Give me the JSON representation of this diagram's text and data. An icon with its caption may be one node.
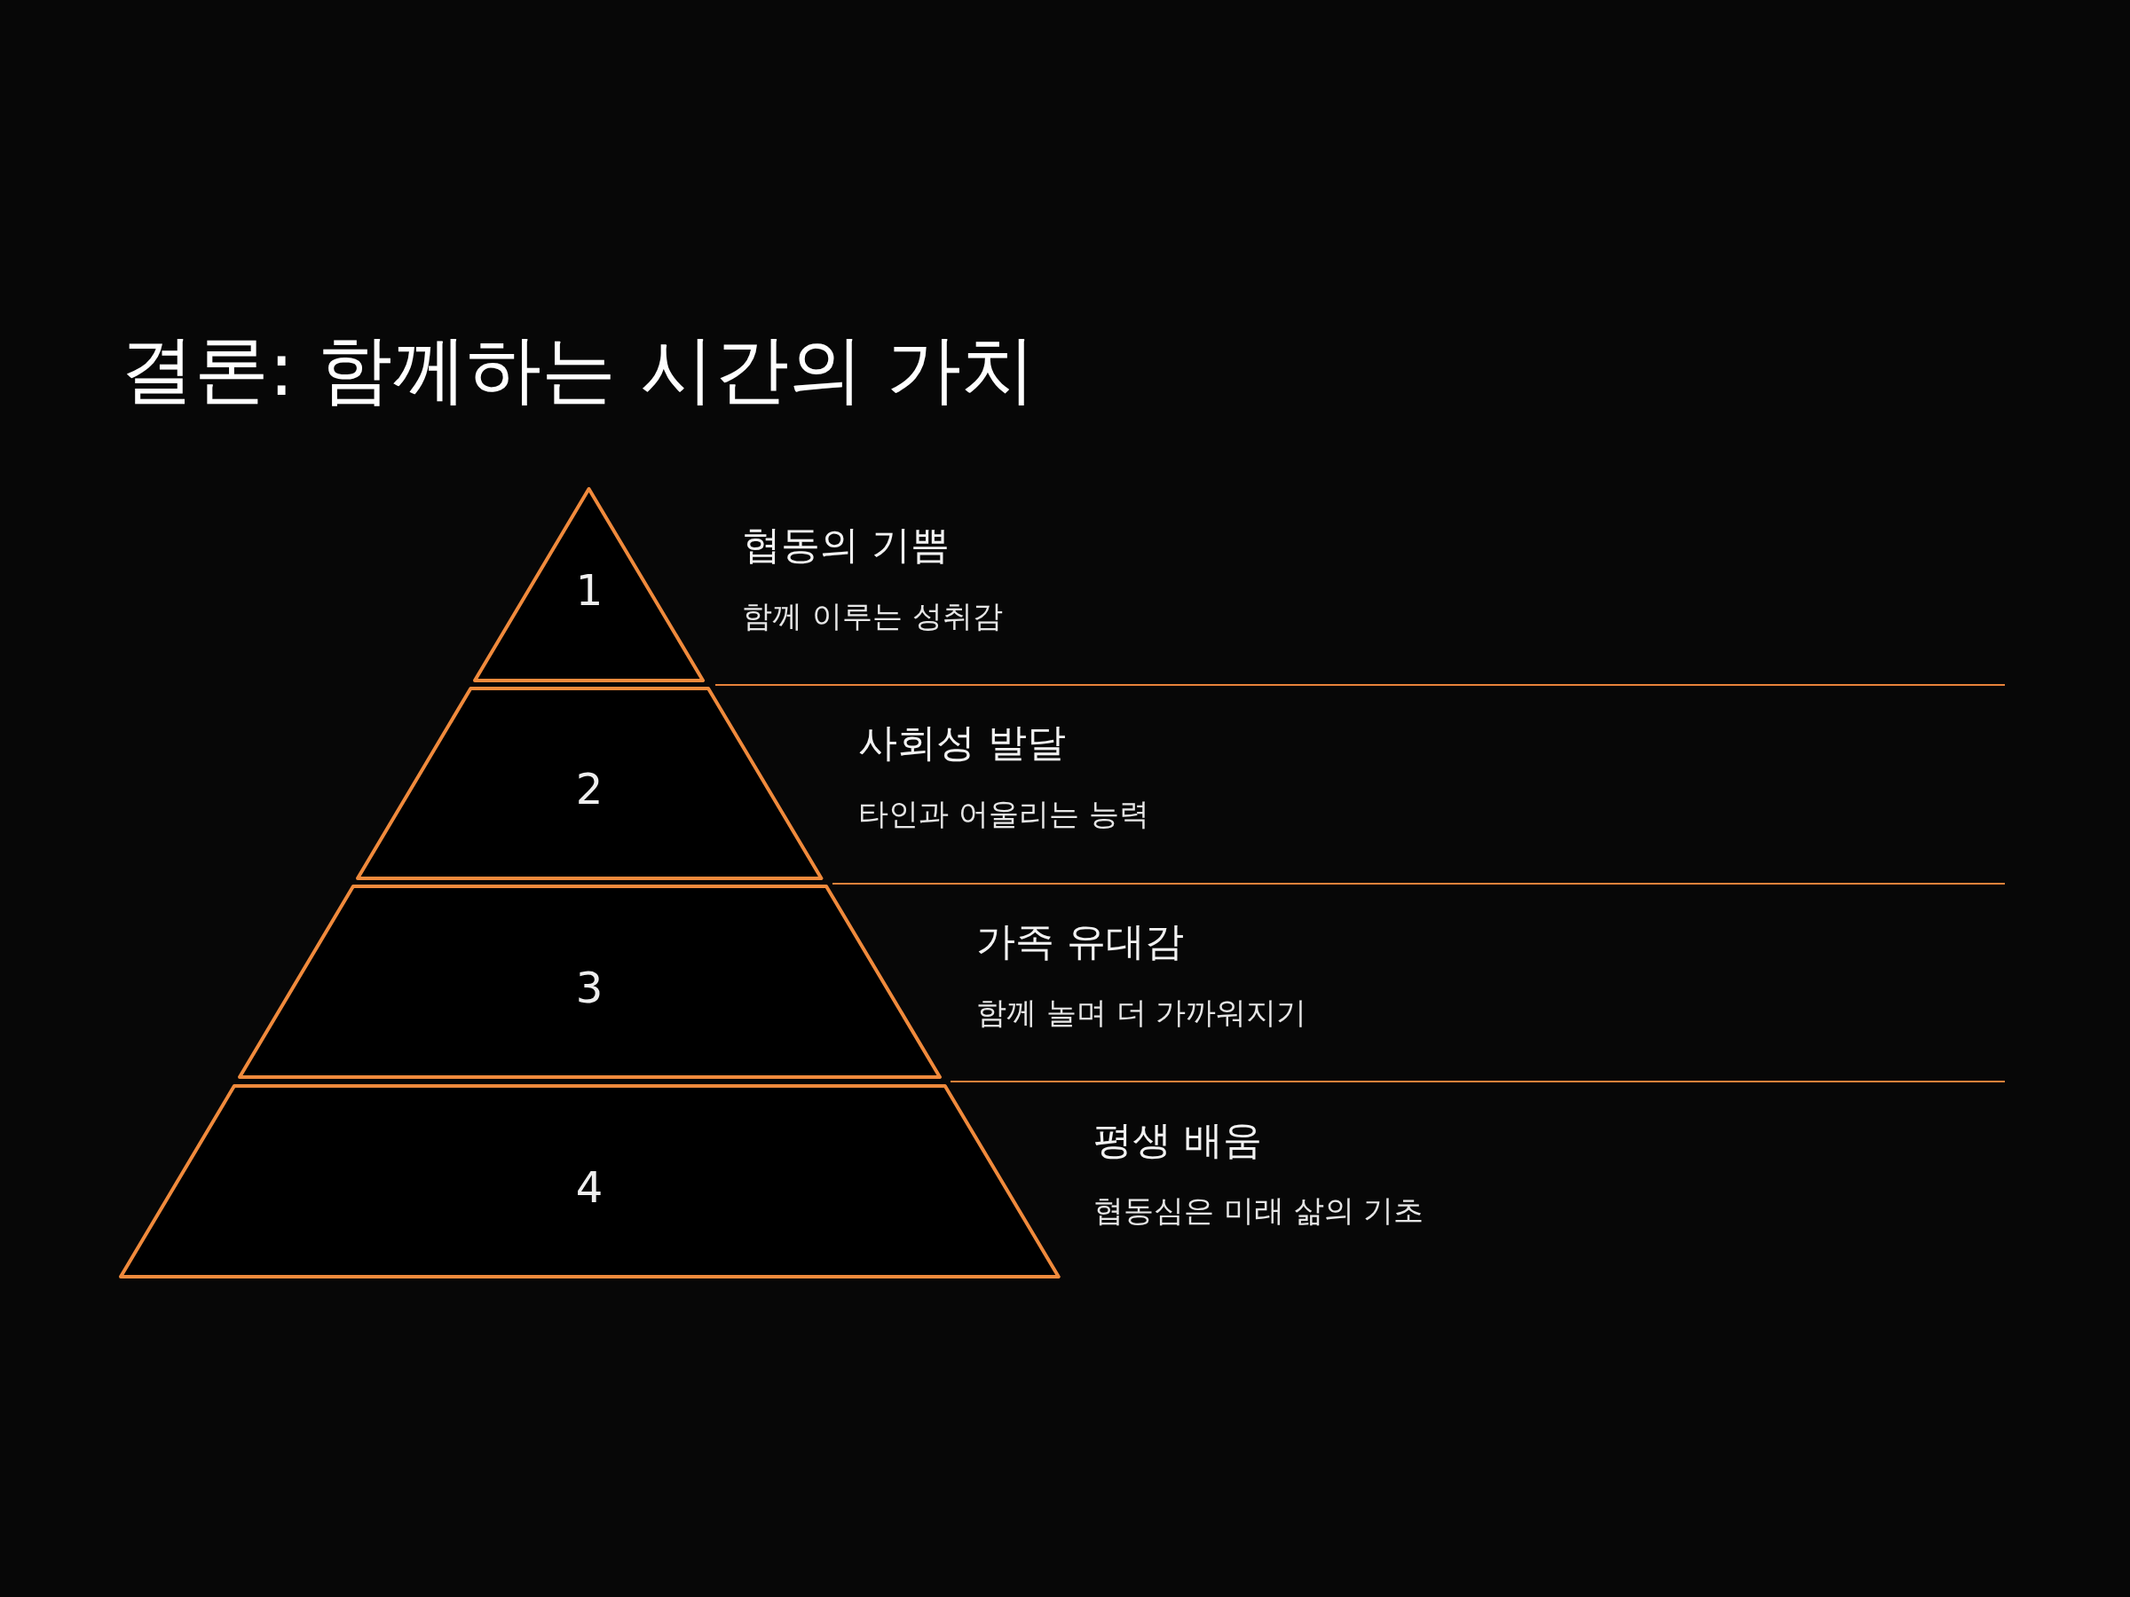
{
  "diagram": {
    "title": "결론: 함께하는 시간의 가치",
    "nodes": [
      {
        "text": [
          "1"
        ],
        "beside": [
          "협동의 기쁨",
          "함께 이루는 성취감"
        ]
      },
      {
        "text": [
          "2"
        ],
        "beside": [
          "사회성 발달",
          "타인과 어울리는 능력"
        ]
      },
      {
        "text": [
          "3"
        ],
        "beside": [
          "가족 유대감",
          "함께 놀며 더 가까워지기"
        ]
      },
      {
        "text": [
          "4"
        ],
        "beside": [
          "평생 배움",
          "협동심은 미래 삶의 기초"
        ]
      }
    ]
  }
}
